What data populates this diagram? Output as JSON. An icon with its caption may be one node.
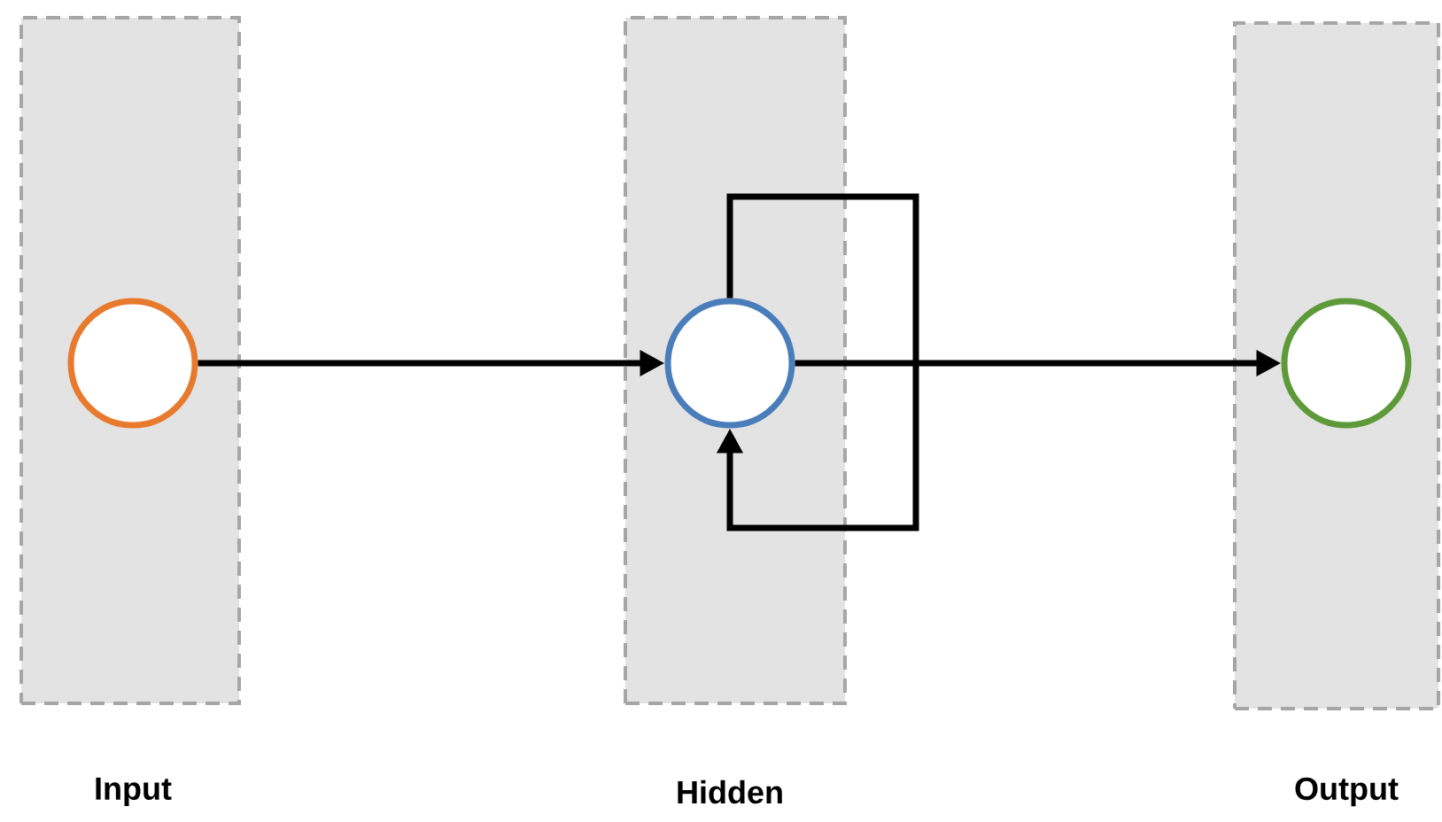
{
  "diagram": {
    "nodes": [
      {
        "text": [
          "Input"
        ]
      },
      {
        "text": [],
        "shape": "circle",
        "in": 0
      },
      {
        "text": [
          "Hidden"
        ]
      },
      {
        "text": [],
        "shape": "circle",
        "in": 2
      },
      {
        "text": [
          "Output"
        ]
      },
      {
        "text": [],
        "shape": "circle",
        "in": 4
      }
    ],
    "edges": [
      {
        "from": 1,
        "to": 3,
        "arrow": "to"
      },
      {
        "from": 3,
        "to": 3,
        "arrow": "to"
      },
      {
        "from": 3,
        "to": 5,
        "arrow": "to"
      }
    ]
  }
}
